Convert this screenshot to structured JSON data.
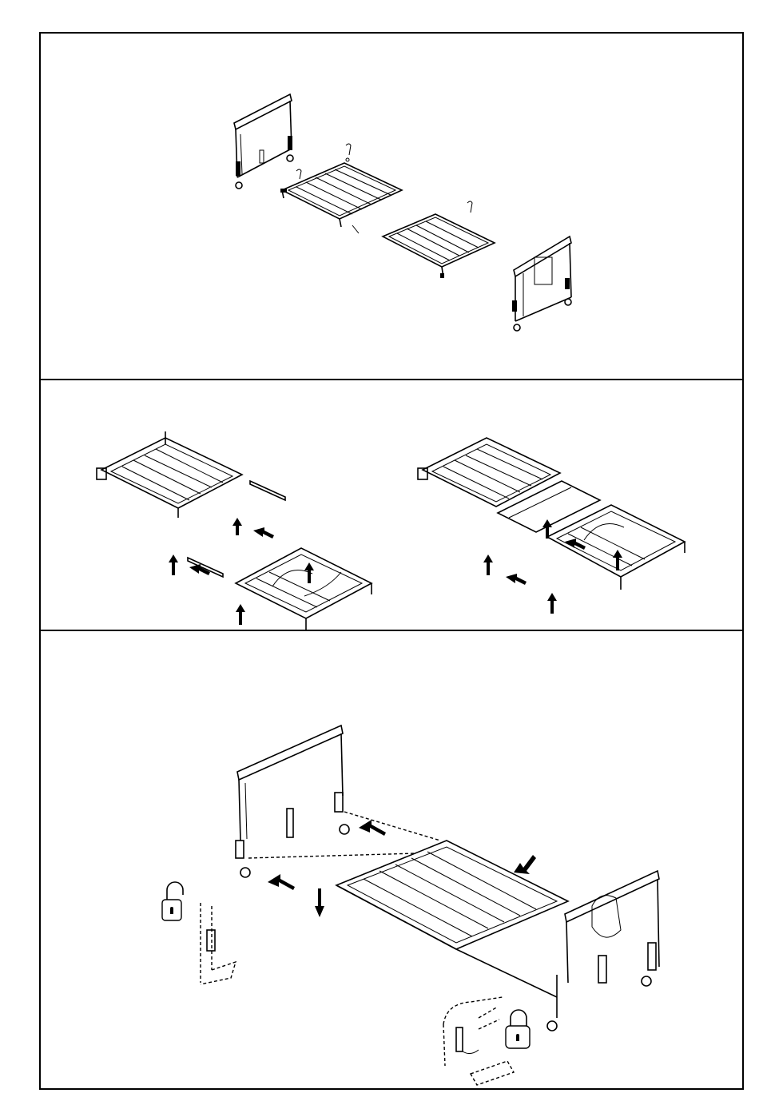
{
  "document": {
    "type": "assembly-instructions",
    "panels": [
      {
        "id": "step-1",
        "depicts": [
          "headboard",
          "head-section-frame",
          "foot-section-frame",
          "footboard",
          "locking-pins"
        ]
      },
      {
        "id": "step-2",
        "depicts": [
          "head-section-frame",
          "foot-section-frame",
          "connecting-rails",
          "arrows",
          "assembled-frame"
        ]
      },
      {
        "id": "step-3",
        "depicts": [
          "headboard",
          "bed-frame",
          "footboard",
          "casters",
          "arrows",
          "lock-open-icon",
          "lock-closed-icon",
          "latch-detail"
        ]
      }
    ],
    "colors": {
      "line": "#000000",
      "background": "#ffffff"
    }
  }
}
